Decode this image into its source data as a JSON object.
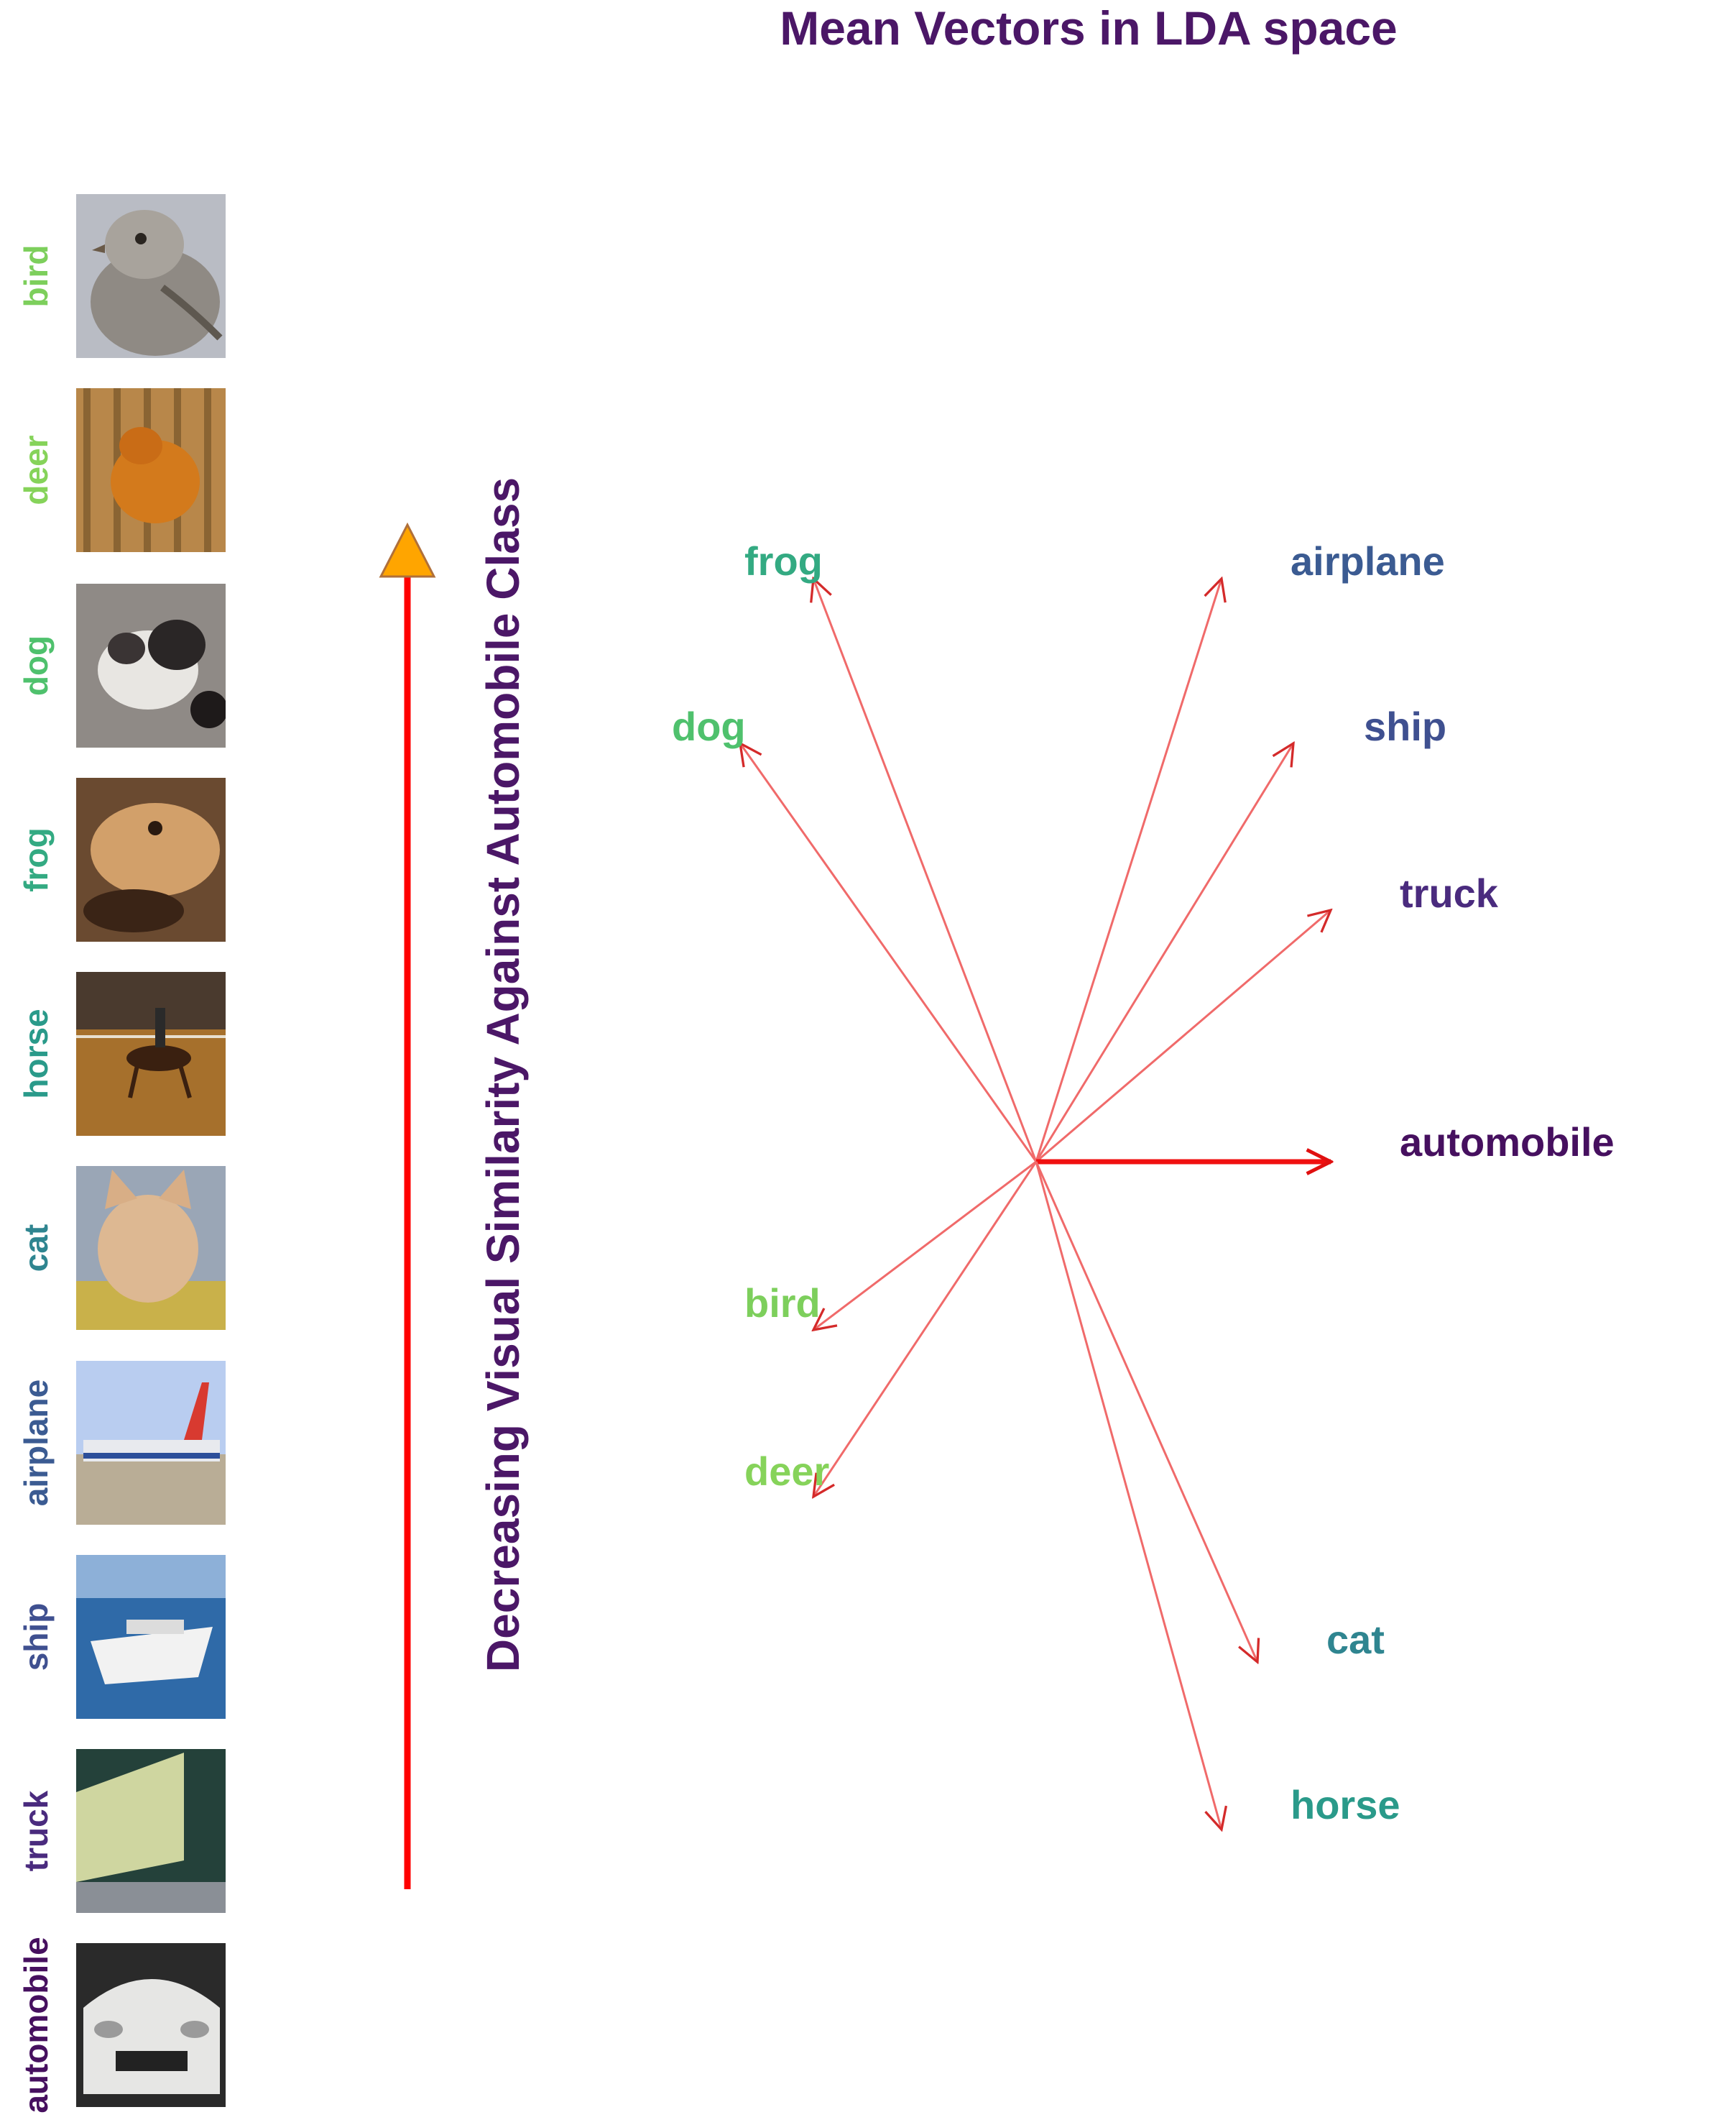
{
  "title": "Mean Vectors in LDA space",
  "axis_label": "Decreasing Visual Similarity Against Automobile Class",
  "colors": {
    "title": "#4b1767",
    "arrow": "#ff0000",
    "arrow_head": "#ffa500",
    "vector": "#ff3030"
  },
  "thumbnails": [
    {
      "label": "bird",
      "color": "#7dcf5c",
      "photo": "bird-photo"
    },
    {
      "label": "deer",
      "color": "#86d35a",
      "photo": "deer-photo"
    },
    {
      "label": "dog",
      "color": "#4fc16d",
      "photo": "dog-photo"
    },
    {
      "label": "frog",
      "color": "#33aa82",
      "photo": "frog-photo"
    },
    {
      "label": "horse",
      "color": "#2a9a8a",
      "photo": "horse-photo"
    },
    {
      "label": "cat",
      "color": "#2f8590",
      "photo": "cat-photo"
    },
    {
      "label": "airplane",
      "color": "#3b5b92",
      "photo": "airplane-photo"
    },
    {
      "label": "ship",
      "color": "#3f5090",
      "photo": "ship-photo"
    },
    {
      "label": "truck",
      "color": "#4a2b7e",
      "photo": "truck-photo"
    },
    {
      "label": "automobile",
      "color": "#46105f",
      "photo": "automobile-photo"
    }
  ],
  "vectors": [
    {
      "label": "frog",
      "color": "#33aa82"
    },
    {
      "label": "airplane",
      "color": "#3b5b92"
    },
    {
      "label": "dog",
      "color": "#4fc16d"
    },
    {
      "label": "ship",
      "color": "#3f5090"
    },
    {
      "label": "truck",
      "color": "#4a2b7e"
    },
    {
      "label": "automobile",
      "color": "#46105f"
    },
    {
      "label": "bird",
      "color": "#7dcf5c"
    },
    {
      "label": "deer",
      "color": "#86d35a"
    },
    {
      "label": "cat",
      "color": "#2f8590"
    },
    {
      "label": "horse",
      "color": "#2a9a8a"
    }
  ]
}
